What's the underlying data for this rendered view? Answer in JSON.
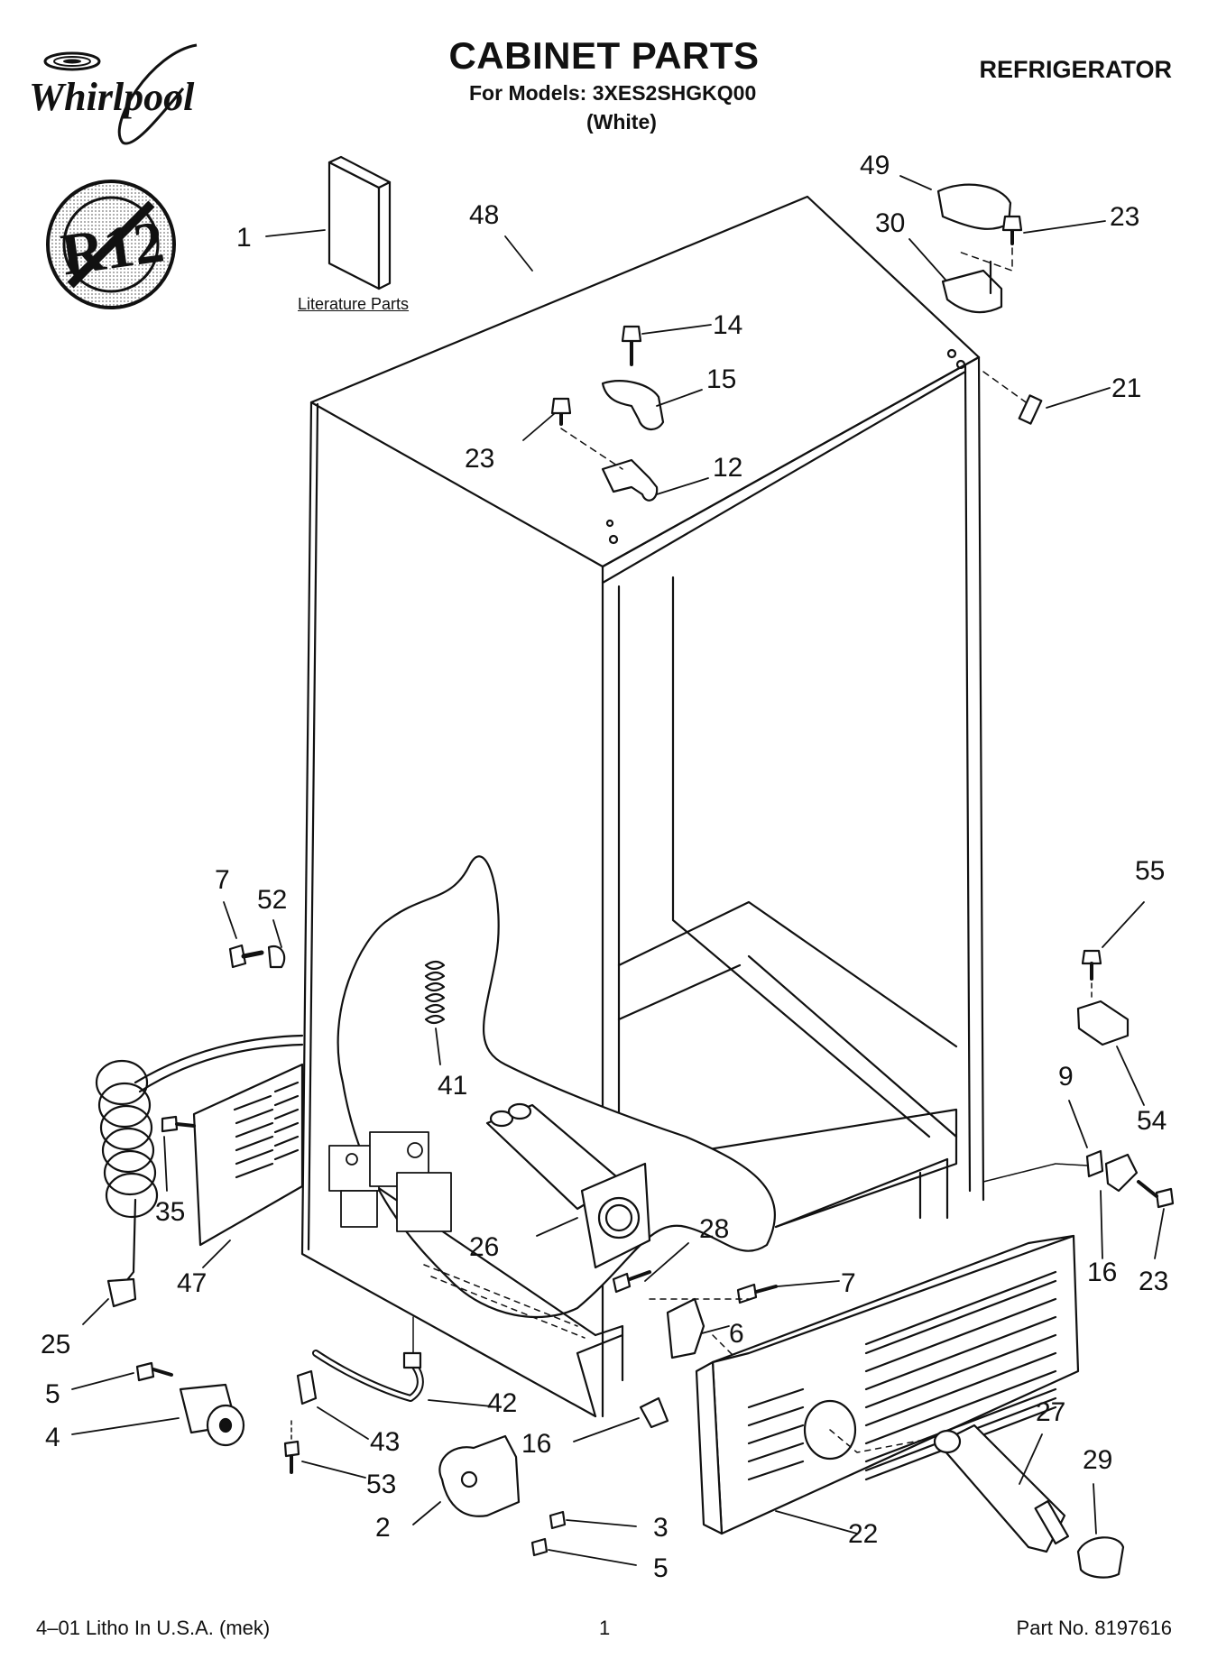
{
  "header": {
    "brand": "Whirlpool",
    "title": "CABINET PARTS",
    "models": "For Models: 3XES2SHGKQ00",
    "color": "(White)",
    "product": "REFRIGERATOR",
    "badge": "R12"
  },
  "labels": {
    "literature": "Literature Parts"
  },
  "callouts": [
    "1",
    "48",
    "49",
    "30",
    "23",
    "14",
    "15",
    "23",
    "12",
    "21",
    "7",
    "52",
    "55",
    "41",
    "9",
    "54",
    "35",
    "26",
    "28",
    "16",
    "23",
    "47",
    "25",
    "7",
    "6",
    "5",
    "42",
    "4",
    "43",
    "16",
    "27",
    "29",
    "53",
    "2",
    "3",
    "5",
    "22"
  ],
  "footer": {
    "left": "4–01 Litho In U.S.A. (mek)",
    "page": "1",
    "part_no": "Part No. 8197616"
  }
}
